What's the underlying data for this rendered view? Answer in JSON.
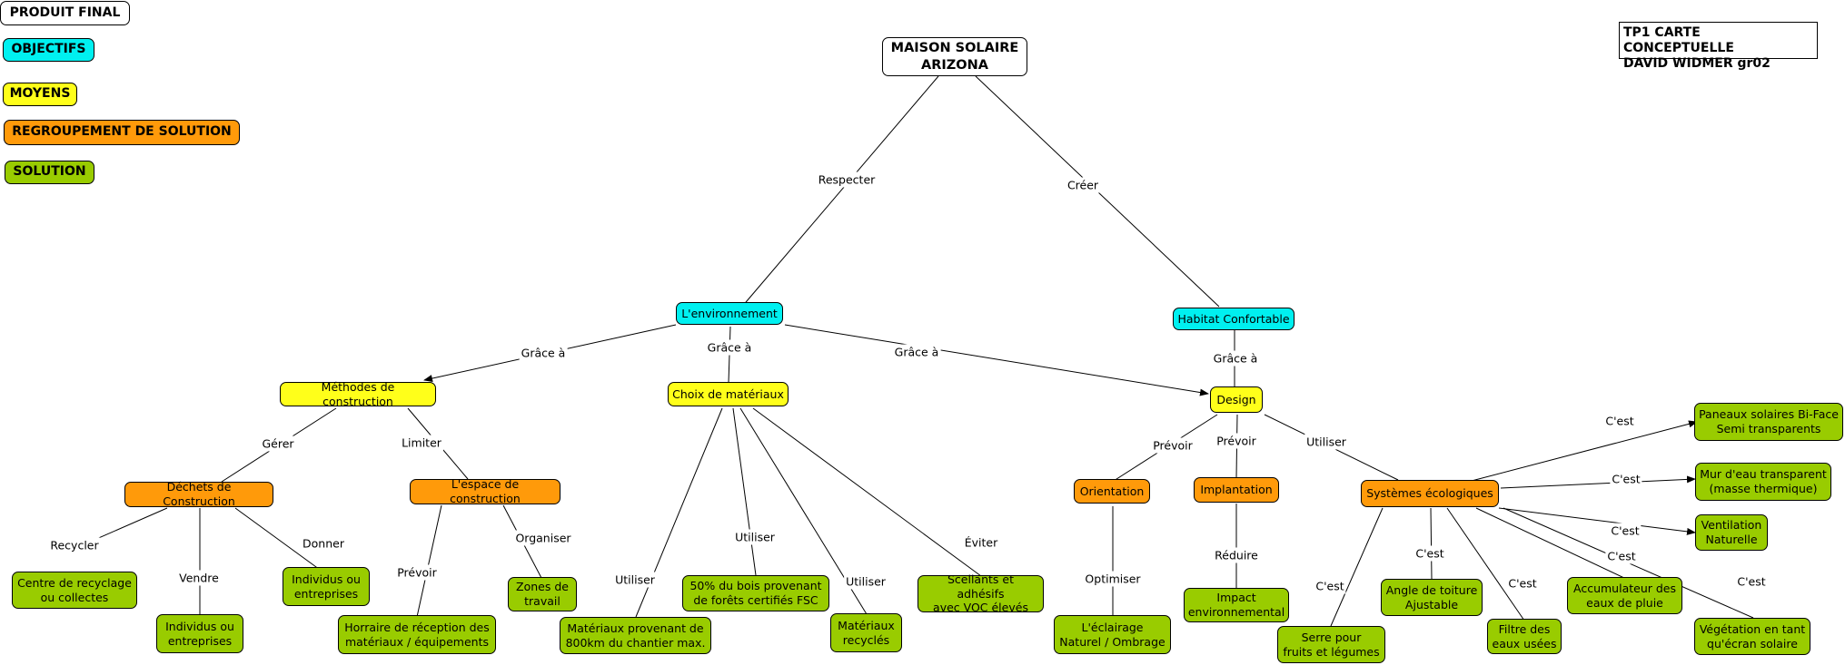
{
  "legend": {
    "produit_final": "PRODUIT FINAL",
    "objectifs": "OBJECTIFS",
    "moyens": "MOYENS",
    "regroupement": "REGROUPEMENT DE SOLUTION",
    "solution": "SOLUTION"
  },
  "header": {
    "tp_title": "TP1 CARTE CONCEPTUELLE\nDAVID WIDMER  gr02"
  },
  "nodes": {
    "maison": "MAISON SOLAIRE\nARIZONA",
    "environnement": "L'environnement",
    "habitat": "Habitat Confortable",
    "methodes": "Méthodes de construction",
    "choix": "Choix de matériaux",
    "design": "Design",
    "dechets": "Déchets de Construction",
    "espace": "L'espace de construction",
    "orientation": "Orientation",
    "implantation": "Implantation",
    "systemes": "Systèmes écologiques",
    "centre": "Centre de recyclage\nou collectes",
    "individus1": "Individus ou\nentreprises",
    "individus2": "Individus ou\nentreprises",
    "horaire": "Horraire de réception des\nmatériaux / équipements",
    "zones": "Zones de\ntravail",
    "materiaux800": "Matériaux provenant de\n800km du chantier max.",
    "bois": "50% du bois provenant\nde forêts certifiés FSC",
    "recycles": "Matériaux\nrecyclés",
    "scellants": "Scellants et adhésifs\navec VOC élevés",
    "eclairage": "L'éclairage\nNaturel / Ombrage",
    "impact": "Impact\nenvironnemental",
    "serre": "Serre pour\nfruits et légumes",
    "angle": "Angle de toiture\nAjustable",
    "filtre": "Filtre des\neaux usées",
    "accumulateur": "Accumulateur des\neaux de pluie",
    "vegetation": "Végétation en tant\nqu'écran solaire",
    "paneaux": "Paneaux solaires Bi-Face\nSemi transparents",
    "mur": "Mur d'eau transparent\n(masse thermique)",
    "ventilation": "Ventilation\nNaturelle"
  },
  "labels": {
    "respecter": "Respecter",
    "creer": "Créer",
    "grace_a": "Grâce à",
    "gerer": "Gérer",
    "limiter": "Limiter",
    "recycler": "Recycler",
    "vendre": "Vendre",
    "donner": "Donner",
    "prevoir": "Prévoir",
    "organiser": "Organiser",
    "utiliser": "Utiliser",
    "eviter": "Éviter",
    "optimiser": "Optimiser",
    "reduire": "Réduire",
    "cest": "C'est"
  }
}
